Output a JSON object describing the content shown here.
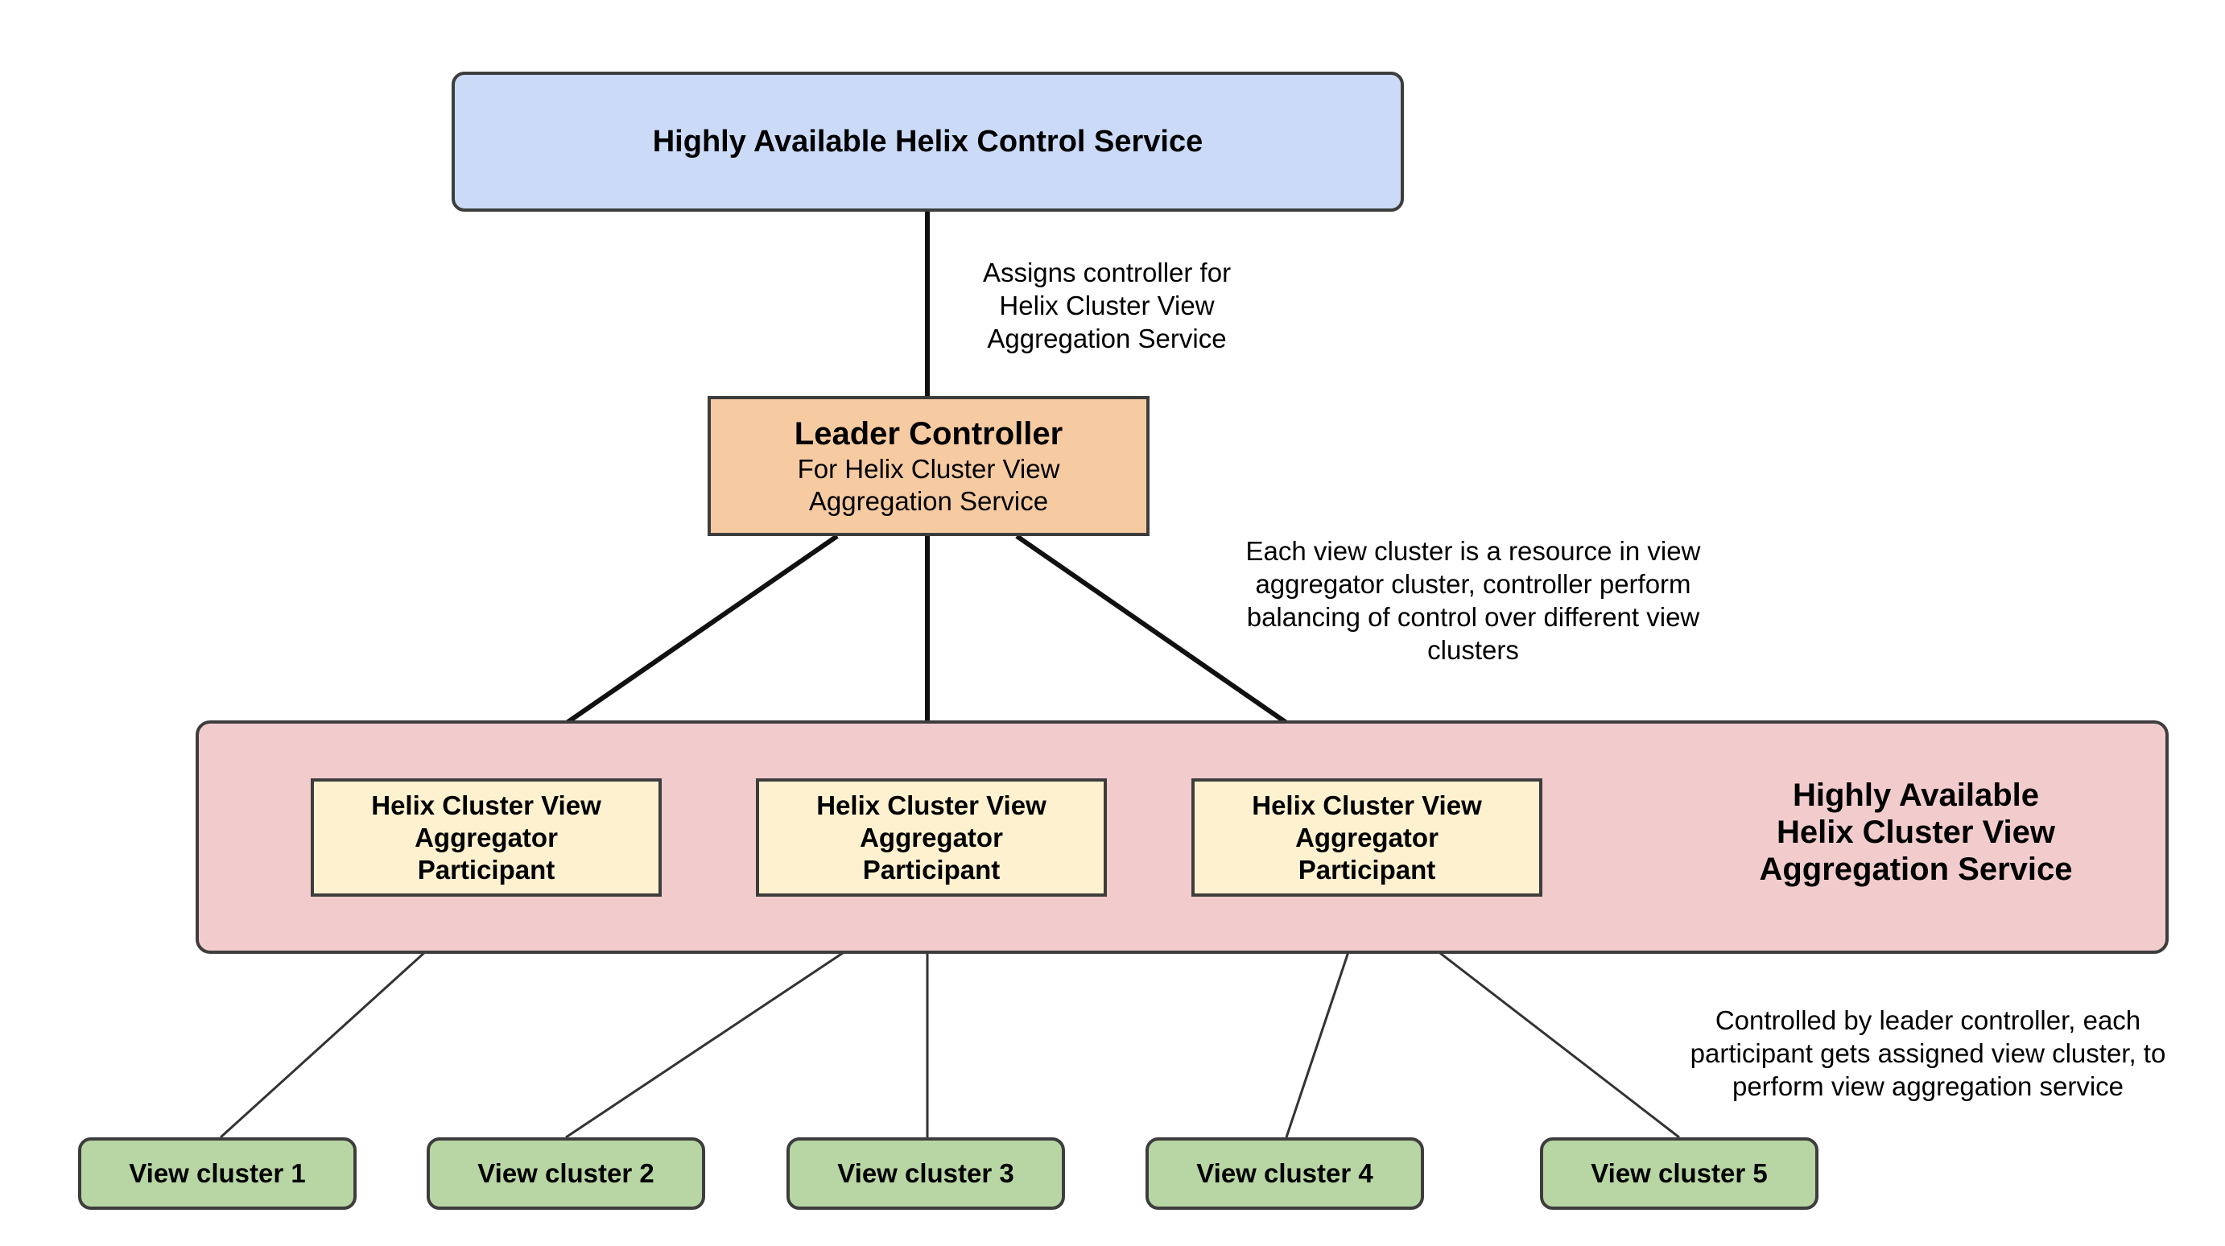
{
  "control_service": {
    "label": "Highly Available Helix Control Service"
  },
  "leader_controller": {
    "title": "Leader Controller",
    "subtitle_lines": [
      "For Helix Cluster View",
      "Aggregation Service"
    ]
  },
  "aggregation_service": {
    "label_lines": [
      "Highly Available",
      "Helix Cluster View",
      "Aggregation Service"
    ]
  },
  "participants": [
    {
      "lines": [
        "Helix Cluster View",
        "Aggregator",
        "Participant"
      ]
    },
    {
      "lines": [
        "Helix Cluster View",
        "Aggregator",
        "Participant"
      ]
    },
    {
      "lines": [
        "Helix Cluster View",
        "Aggregator",
        "Participant"
      ]
    }
  ],
  "view_clusters": [
    {
      "label": "View cluster 1"
    },
    {
      "label": "View cluster 2"
    },
    {
      "label": "View cluster 3"
    },
    {
      "label": "View cluster 4"
    },
    {
      "label": "View cluster 5"
    }
  ],
  "annotations": {
    "assign": [
      "Assigns controller for",
      "Helix Cluster View",
      "Aggregation Service"
    ],
    "balancing": [
      "Each view cluster is a resource in view",
      "aggregator cluster, controller perform",
      "balancing of control over different view",
      "clusters"
    ],
    "controlled": [
      "Controlled by leader controller, each",
      "participant gets assigned view cluster, to",
      "perform view aggregation service"
    ]
  },
  "colors": {
    "control_service_fill": "#cadaf7",
    "leader_fill": "#f7cba1",
    "aggregation_fill": "#f2cccd",
    "participant_fill": "#fef1cf",
    "view_cluster_fill": "#b8d6a4",
    "border": "#3d3d3d"
  }
}
